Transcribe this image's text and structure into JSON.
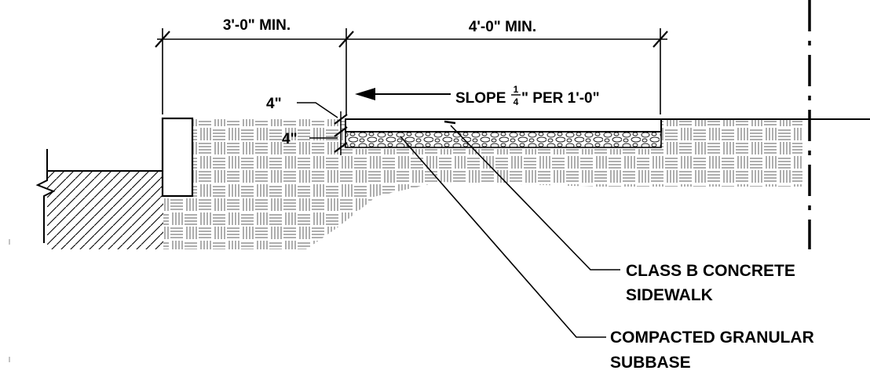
{
  "dimensions": {
    "curb_offset": "3'-0\" MIN.",
    "walk_width": "4'-0\" MIN."
  },
  "slope": {
    "word": "SLOPE",
    "fraction_num": "1",
    "fraction_den": "4",
    "rest": "\" PER 1'-0\""
  },
  "thickness": {
    "concrete": "4\"",
    "subbase": "4\""
  },
  "callouts": {
    "concrete_line1": "CLASS B CONCRETE",
    "concrete_line2": "SIDEWALK",
    "subbase_line1": "COMPACTED GRANULAR",
    "subbase_line2": "SUBBASE"
  },
  "colors": {
    "ink": "#000000",
    "hatch": "#6a6a6a",
    "paper": "#ffffff"
  }
}
